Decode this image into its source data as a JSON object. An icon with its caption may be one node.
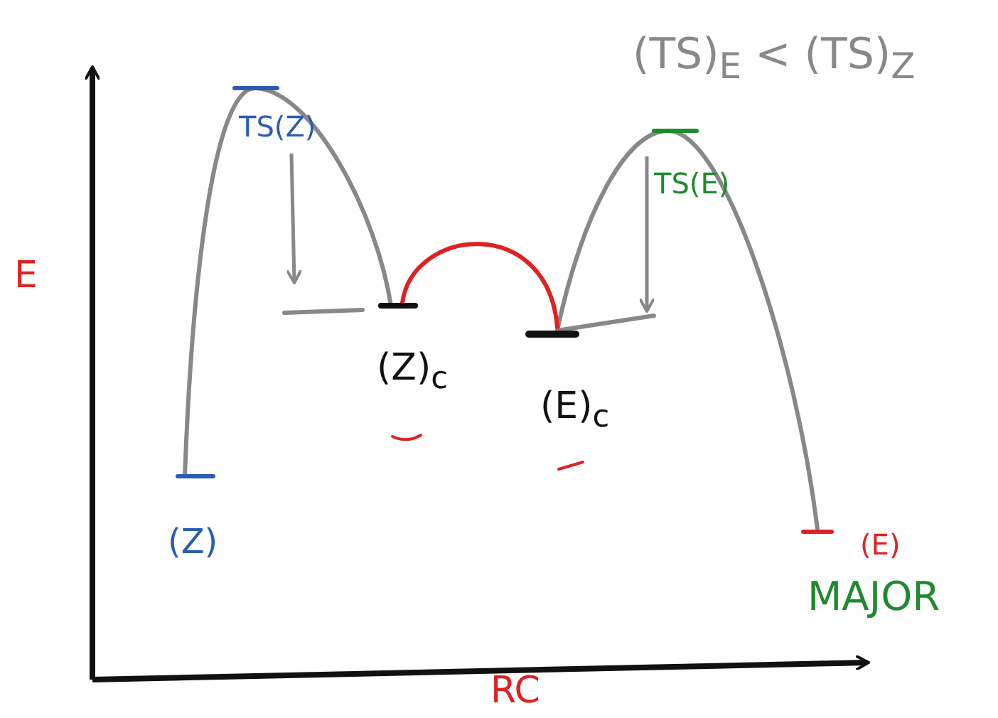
{
  "diagram": {
    "labels": [
      "(TS)$_{E}$ < (TS)$_{Z}$",
      "E",
      "TS(Z)",
      "TS(E)",
      "(Z)$_{c}$",
      "(E)$_{c}$",
      "(Z)",
      "(E)",
      "MAJOR",
      "RC"
    ]
  }
}
